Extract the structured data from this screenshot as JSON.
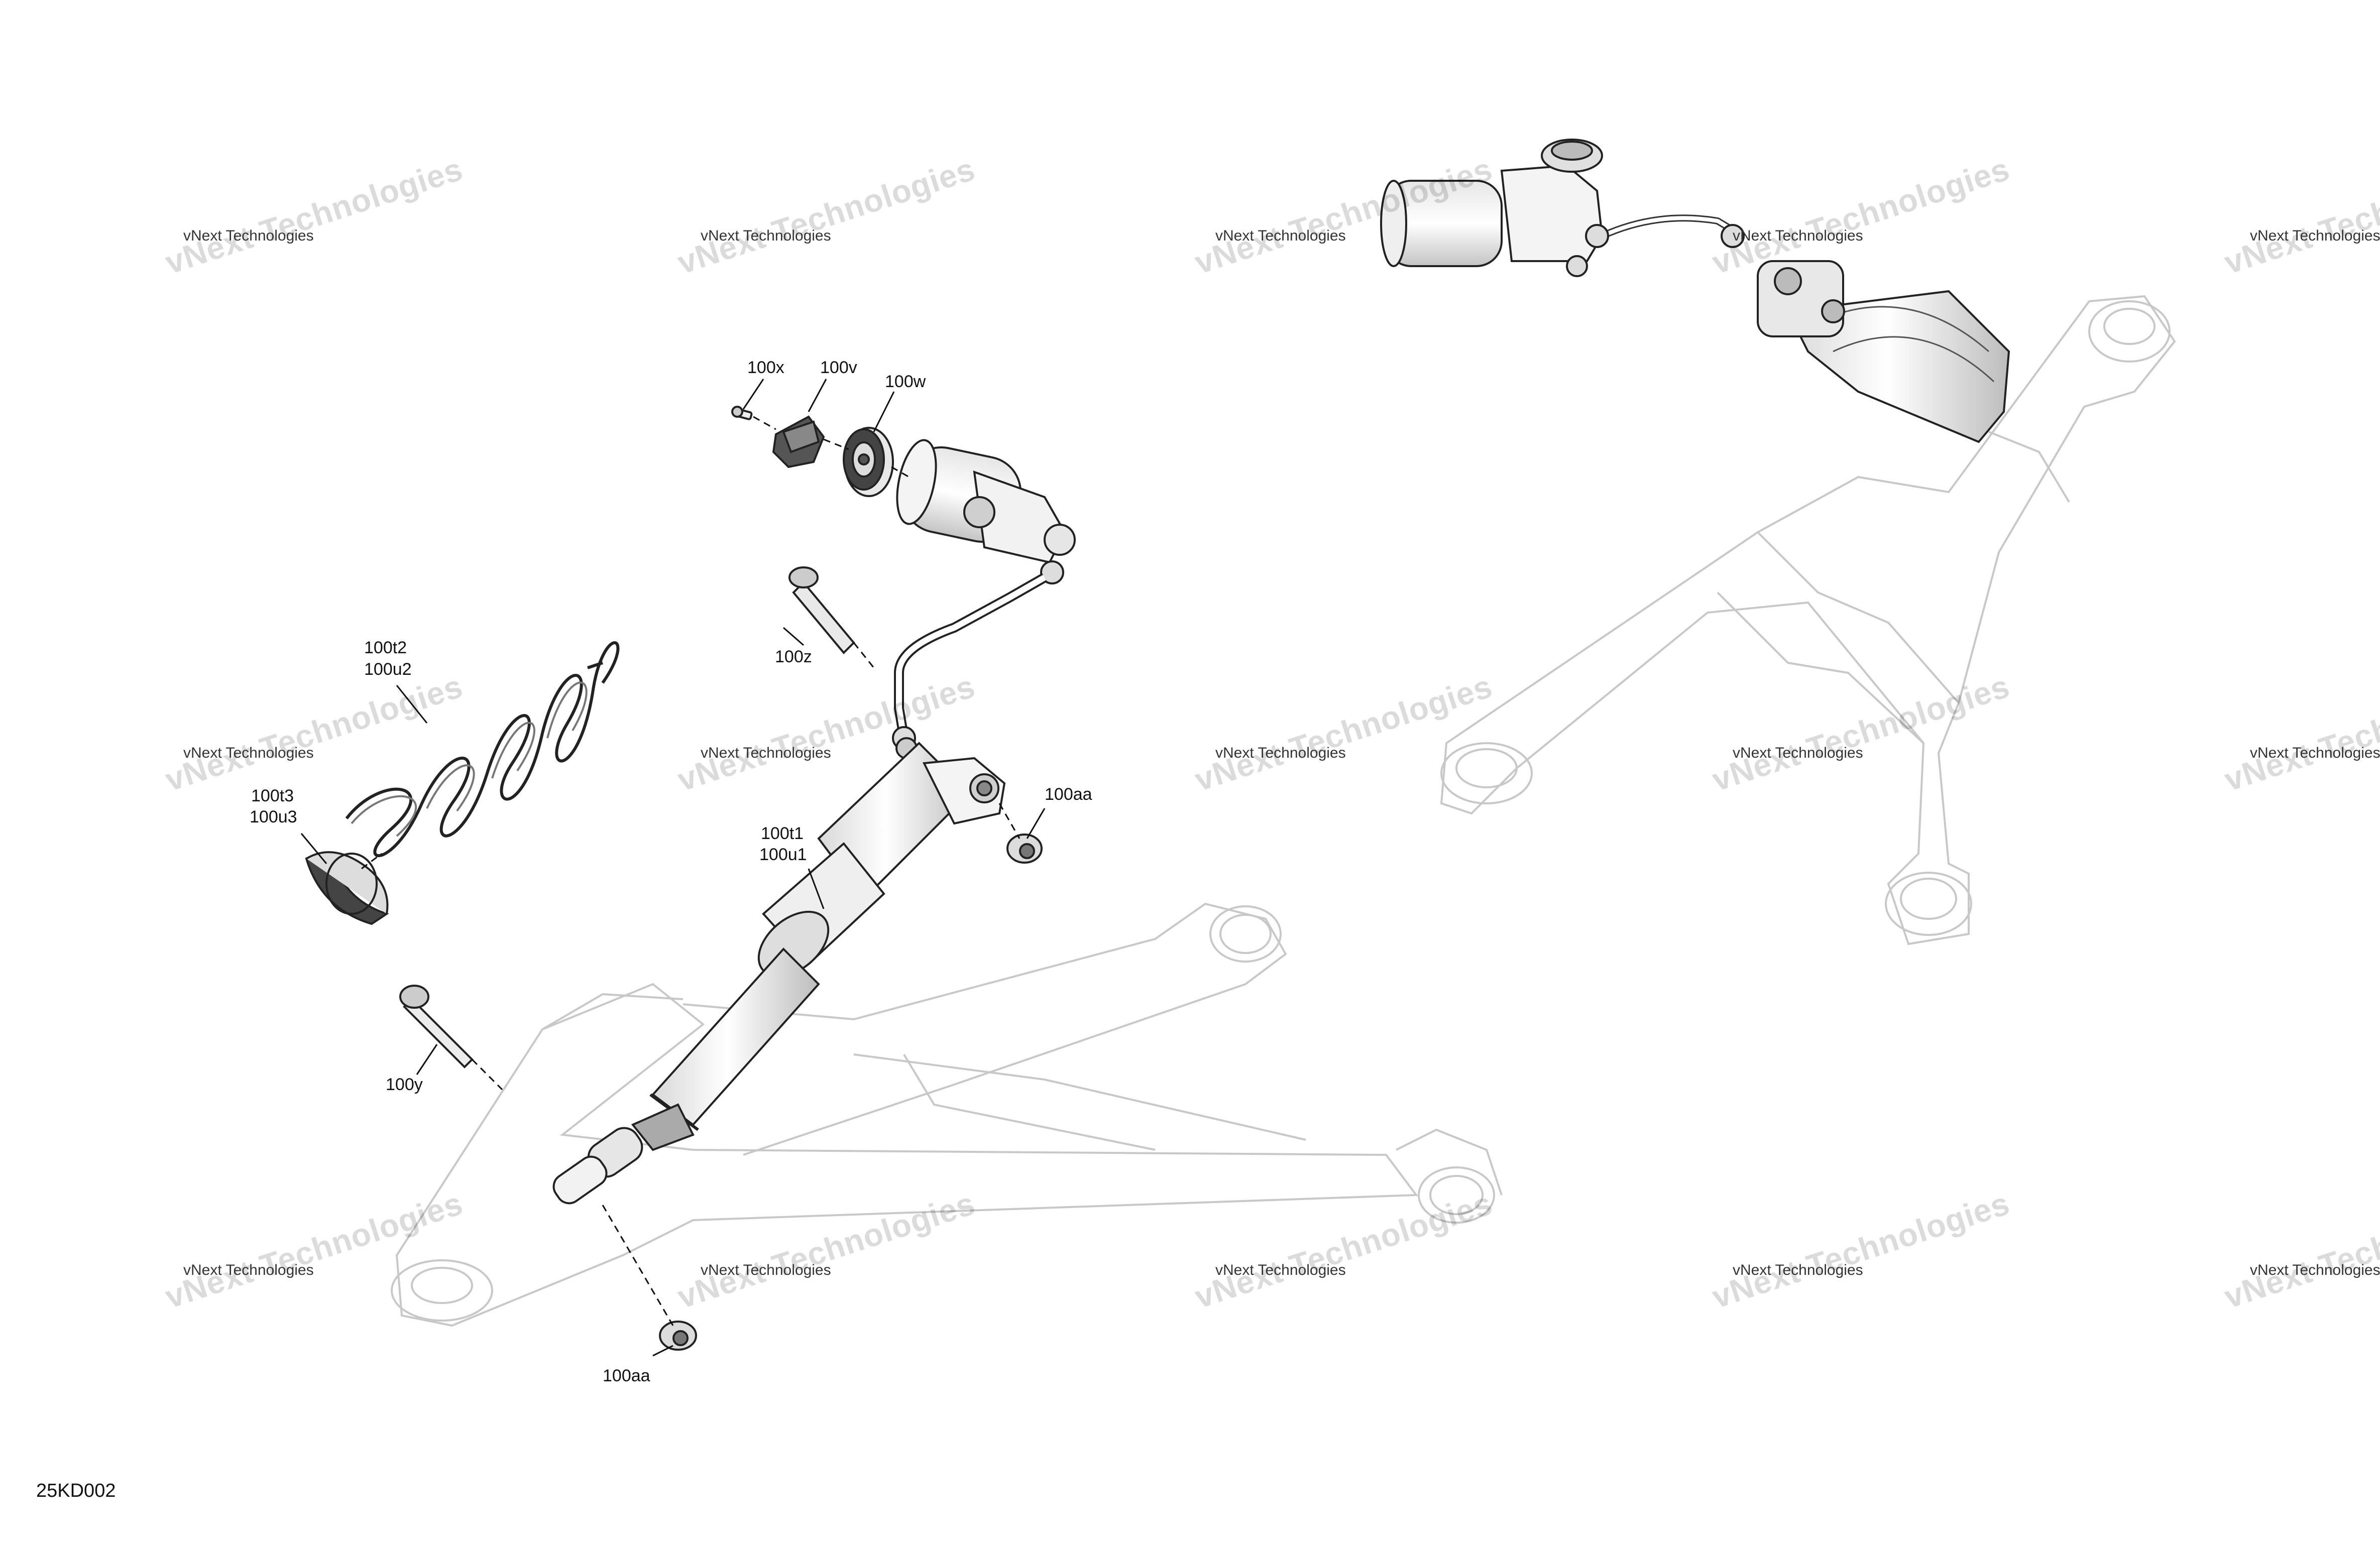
{
  "diagram": {
    "reference_code": "25KD002",
    "callouts": {
      "c100x": "100x",
      "c100v": "100v",
      "c100w": "100w",
      "c100z": "100z",
      "c100t2": "100t2",
      "c100u2": "100u2",
      "c100t3": "100t3",
      "c100u3": "100u3",
      "c100t1": "100t1",
      "c100u1": "100u1",
      "c100aa_top": "100aa",
      "c100y": "100y",
      "c100aa_bottom": "100aa"
    },
    "watermark": {
      "big_text": "vNext Technologies",
      "small_text": "vNext Technologies"
    }
  }
}
